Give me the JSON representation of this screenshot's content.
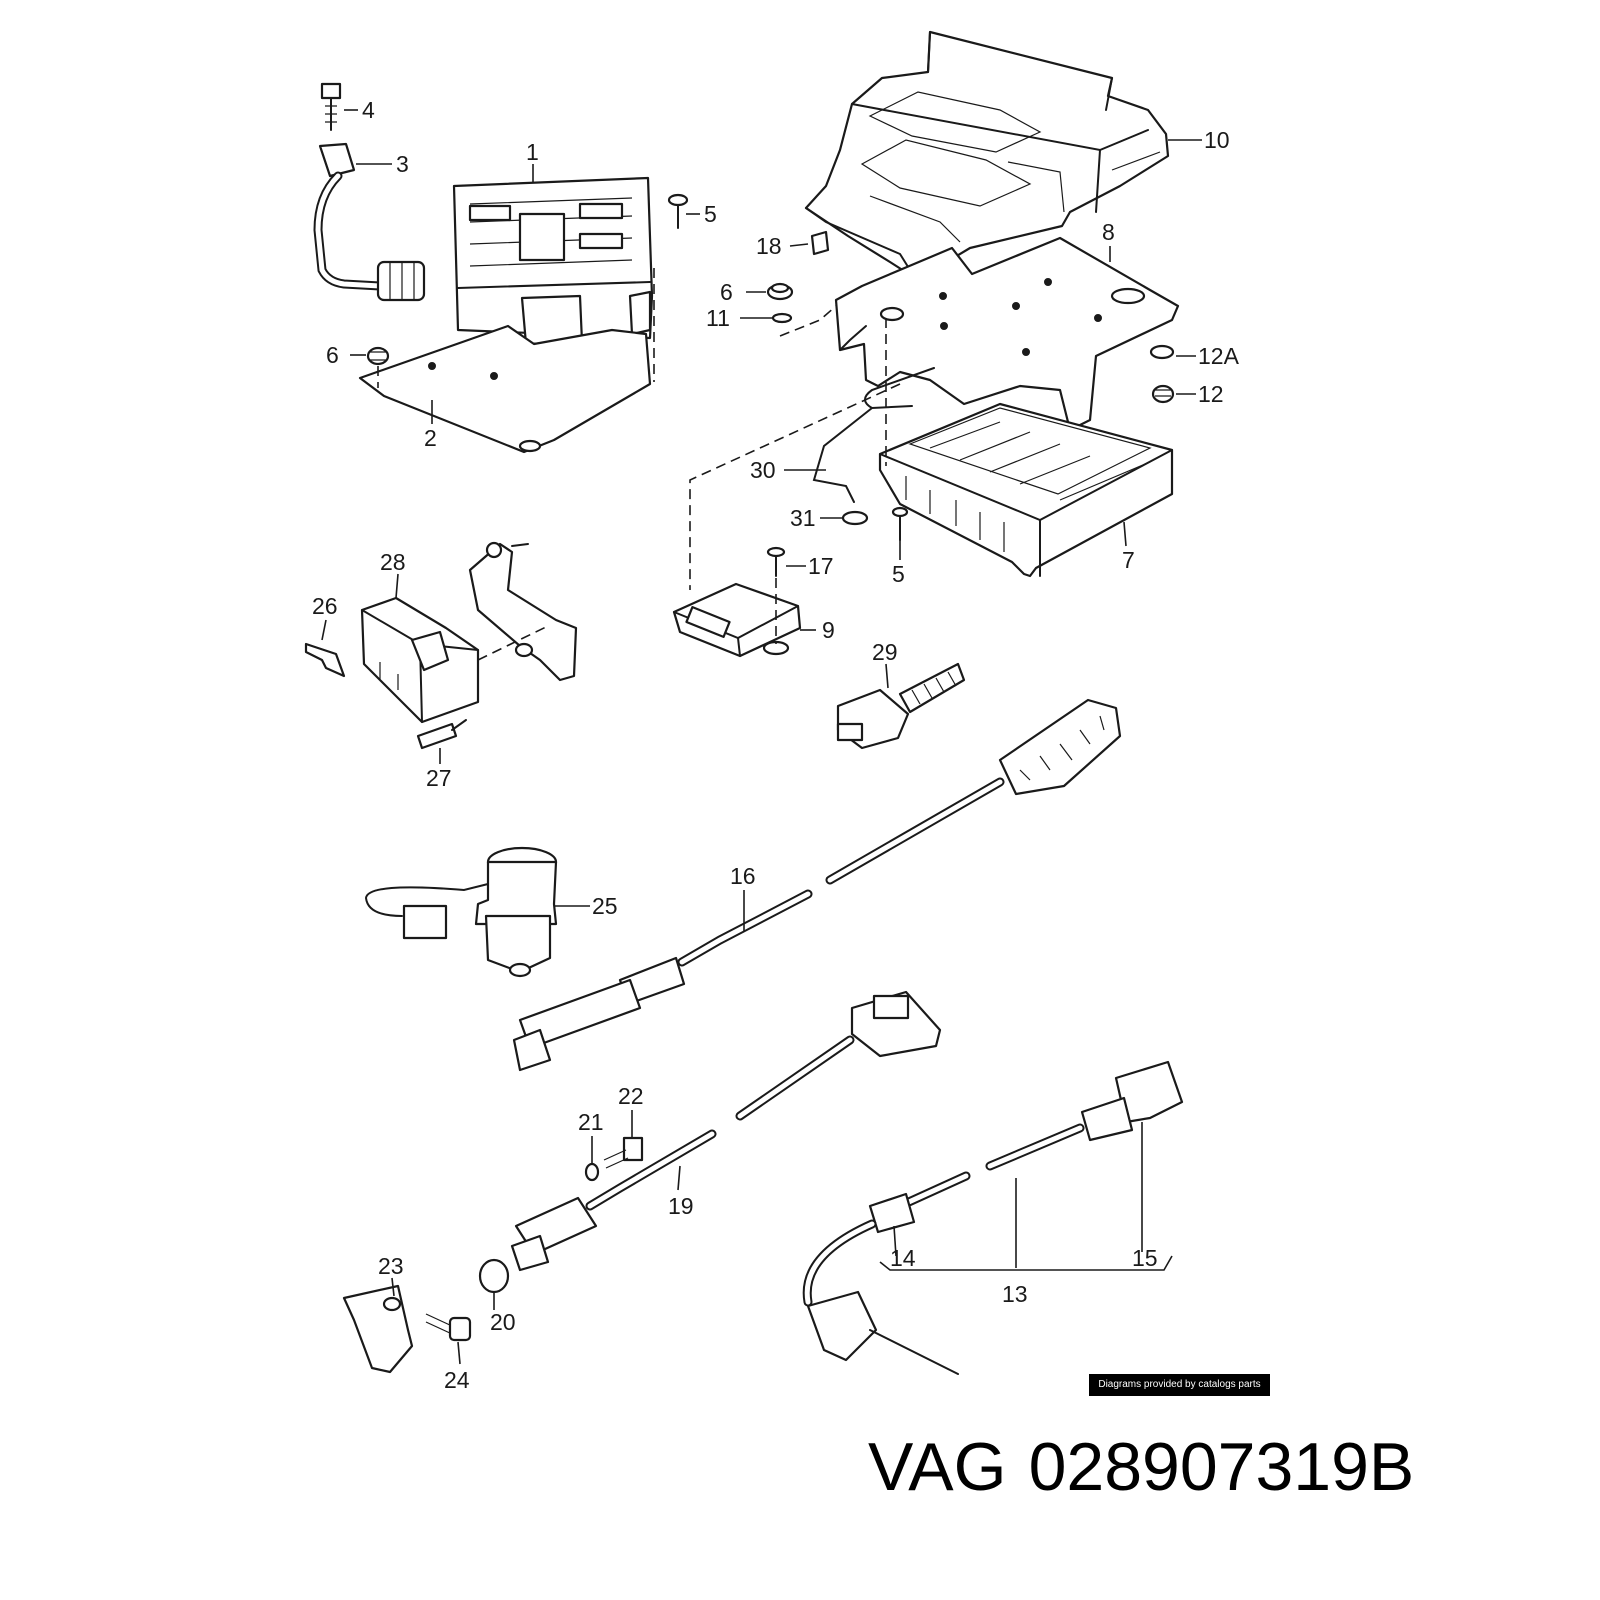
{
  "diagram": {
    "callouts": [
      {
        "id": "c1",
        "text": "1"
      },
      {
        "id": "c2",
        "text": "2"
      },
      {
        "id": "c3",
        "text": "3"
      },
      {
        "id": "c4",
        "text": "4"
      },
      {
        "id": "c5a",
        "text": "5"
      },
      {
        "id": "c5b",
        "text": "5"
      },
      {
        "id": "c6a",
        "text": "6"
      },
      {
        "id": "c6b",
        "text": "6"
      },
      {
        "id": "c7",
        "text": "7"
      },
      {
        "id": "c8",
        "text": "8"
      },
      {
        "id": "c9",
        "text": "9"
      },
      {
        "id": "c10",
        "text": "10"
      },
      {
        "id": "c11",
        "text": "11"
      },
      {
        "id": "c12",
        "text": "12"
      },
      {
        "id": "c12a",
        "text": "12A"
      },
      {
        "id": "c13",
        "text": "13"
      },
      {
        "id": "c14",
        "text": "14"
      },
      {
        "id": "c15",
        "text": "15"
      },
      {
        "id": "c16",
        "text": "16"
      },
      {
        "id": "c17",
        "text": "17"
      },
      {
        "id": "c18",
        "text": "18"
      },
      {
        "id": "c19",
        "text": "19"
      },
      {
        "id": "c20",
        "text": "20"
      },
      {
        "id": "c21",
        "text": "21"
      },
      {
        "id": "c22",
        "text": "22"
      },
      {
        "id": "c23",
        "text": "23"
      },
      {
        "id": "c24",
        "text": "24"
      },
      {
        "id": "c25",
        "text": "25"
      },
      {
        "id": "c26",
        "text": "26"
      },
      {
        "id": "c27",
        "text": "27"
      },
      {
        "id": "c28",
        "text": "28"
      },
      {
        "id": "c29",
        "text": "29"
      },
      {
        "id": "c30",
        "text": "30"
      },
      {
        "id": "c31",
        "text": "31"
      }
    ]
  },
  "credit": "Diagrams provided by catalogs parts",
  "title": {
    "brand": "VAG",
    "part_number": "028907319B"
  }
}
